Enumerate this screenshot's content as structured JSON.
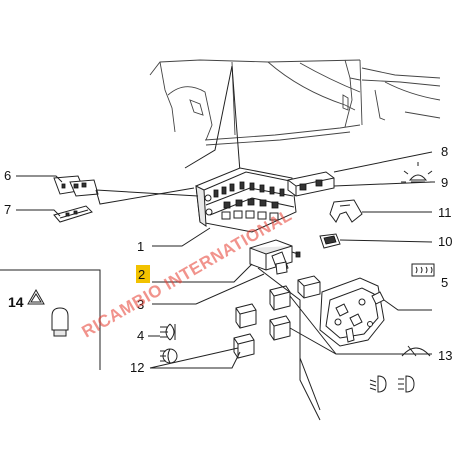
{
  "callouts": {
    "c1": "1",
    "c2": "2",
    "c3": "3",
    "c4": "4",
    "c5": "5",
    "c6": "6",
    "c7": "7",
    "c8": "8",
    "c9": "9",
    "c10": "10",
    "c11": "11",
    "c12": "12",
    "c13": "13",
    "c14": "14"
  },
  "watermark": "RICAMBIO INTERNATIONAL",
  "colors": {
    "watermark": "#e63b2e",
    "highlight": "#f2c200",
    "line": "#222222"
  },
  "icons": {
    "icon_9": "interior-lamp-icon",
    "icon_10": "rear-defroster-icon",
    "icon_4": "rear-fog-light-icon",
    "icon_12": "front-fog-light-icon",
    "icon_13": "windshield-wiper-icon",
    "icon_headlights": "low-high-beam-icon",
    "icon_14": "hazard-warning-icon"
  }
}
